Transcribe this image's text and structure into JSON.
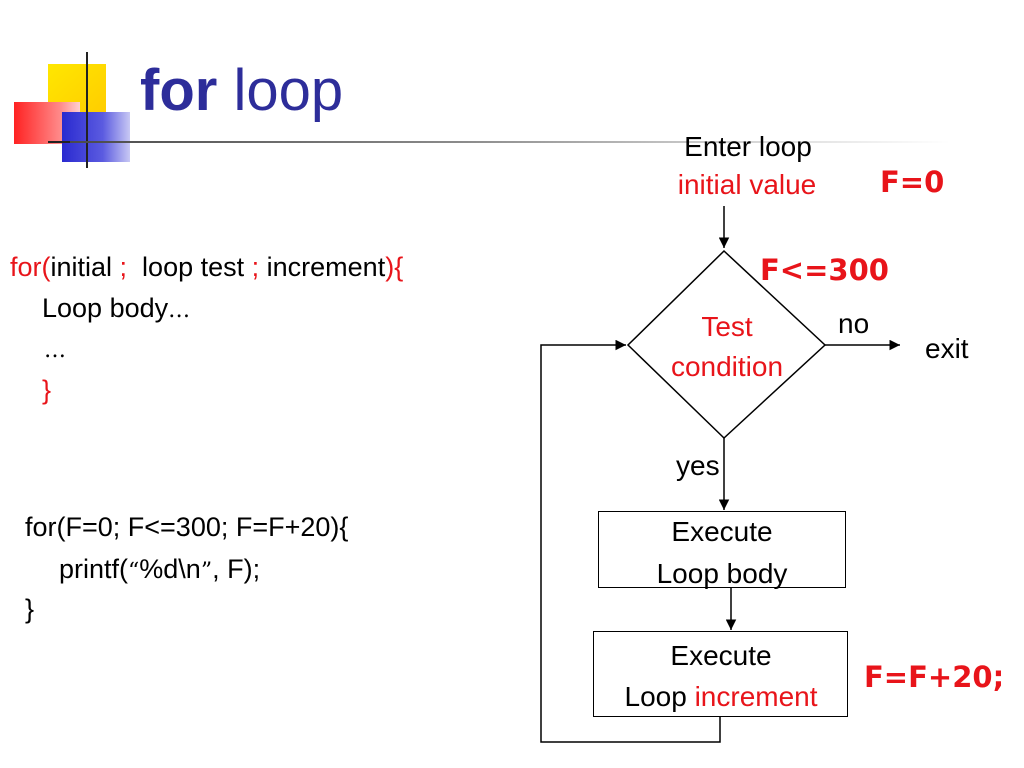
{
  "title": {
    "bold": "for",
    "rest": "loop"
  },
  "syntax": {
    "l1_for": "for(",
    "l1_initial": "initial ",
    "l1_semi1": ";",
    "l1_test": "  loop test ",
    "l1_semi2": ";",
    "l1_increment": " increment",
    "l1_close": "){",
    "l2_body": "Loop body",
    "l2_ellipsis": "…",
    "l3": "…",
    "l4": "}"
  },
  "example": {
    "l1": "for(F=0; F<=300; F=F+20){",
    "l2_a": "printf(",
    "l2_q1": "“",
    "l2_fmt": "%d\\n",
    "l2_q2": "”",
    "l2_b": ", F);",
    "l3": "}"
  },
  "flow": {
    "enter": "Enter loop",
    "initial_value": "initial value",
    "test_line1": "Test",
    "test_line2": "condition",
    "no": "no",
    "exit": "exit",
    "yes": "yes",
    "body_line1": "Execute",
    "body_line2": "Loop body",
    "inc_line1": "Execute",
    "inc_prefix": "Loop ",
    "inc_word": "increment"
  },
  "annotations": {
    "init": "F=0",
    "test": "F<=300",
    "increment": "F=F+20;"
  },
  "colors": {
    "title": "#2d2d9a",
    "accent": "#e8141a",
    "logo_yellow": "#ffd800",
    "logo_blue": "#3333cc",
    "logo_red": "#ff4444"
  }
}
